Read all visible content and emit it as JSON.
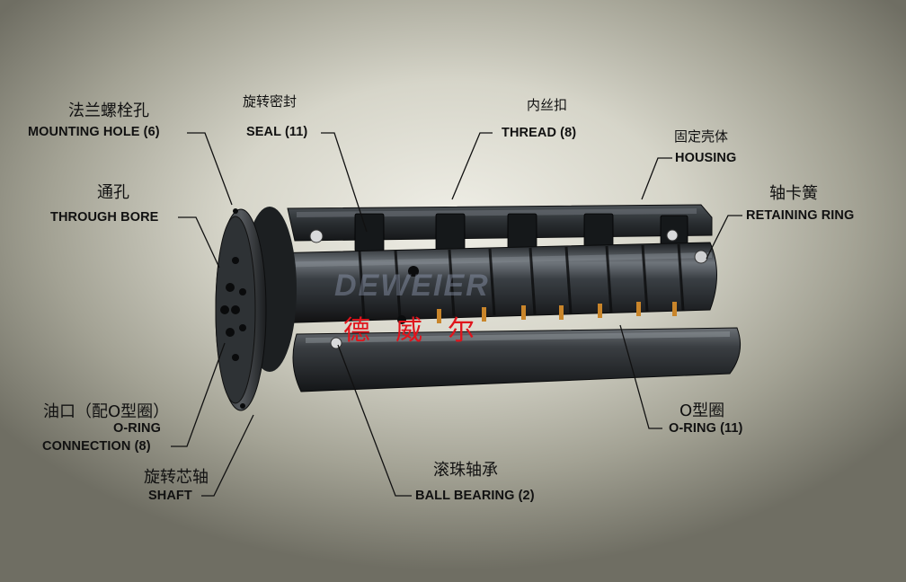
{
  "watermark": {
    "brand_en": "DEWEIER",
    "brand_cn": "德威尔",
    "brand_color": "#e0141c"
  },
  "labels": {
    "mounting_hole": {
      "cn": "法兰螺栓孔",
      "en": "MOUNTING HOLE (6)"
    },
    "seal": {
      "cn": "旋转密封",
      "en": "SEAL (11)"
    },
    "thread": {
      "cn": "内丝扣",
      "en": "THREAD (8)"
    },
    "housing": {
      "cn": "固定壳体",
      "en": "HOUSING"
    },
    "through_bore": {
      "cn": "通孔",
      "en": "THROUGH BORE"
    },
    "retaining_ring": {
      "cn": "轴卡簧",
      "en": "RETAINING RING"
    },
    "oring_connection": {
      "cn": "油口（配O型圈）",
      "en1": "O-RING",
      "en2": "CONNECTION (8)"
    },
    "oring": {
      "cn": "O型圈",
      "en": "O-RING (11)"
    },
    "shaft": {
      "cn": "旋转芯轴",
      "en": "SHAFT"
    },
    "ball_bearing": {
      "cn": "滚珠轴承",
      "en": "BALL BEARING (2)"
    }
  }
}
